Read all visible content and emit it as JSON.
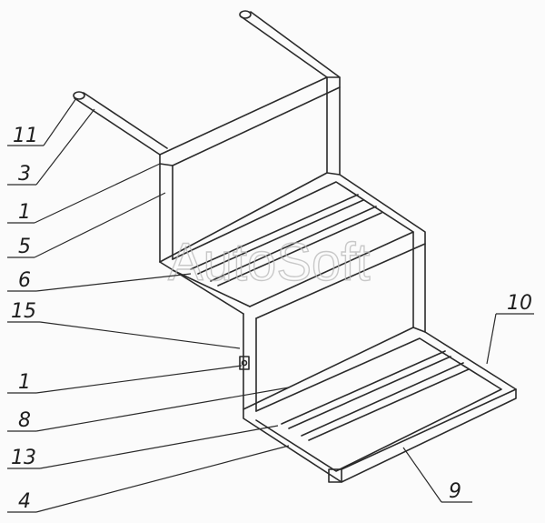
{
  "watermark": "AutoSoft",
  "callouts": [
    {
      "id": "c11a",
      "text": "11"
    },
    {
      "id": "c3",
      "text": "3"
    },
    {
      "id": "c1a",
      "text": "1"
    },
    {
      "id": "c5",
      "text": "5"
    },
    {
      "id": "c6",
      "text": "6"
    },
    {
      "id": "c15",
      "text": "15"
    },
    {
      "id": "c1b",
      "text": "1"
    },
    {
      "id": "c8",
      "text": "8"
    },
    {
      "id": "c13",
      "text": "13"
    },
    {
      "id": "c4",
      "text": "4"
    },
    {
      "id": "c10",
      "text": "10"
    },
    {
      "id": "c9",
      "text": "9"
    }
  ]
}
